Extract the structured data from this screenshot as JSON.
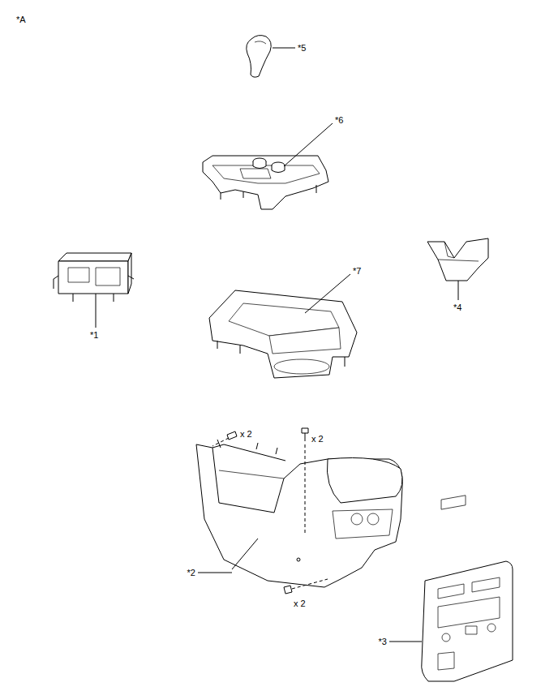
{
  "diagram": {
    "labels": [
      "*A",
      "*5",
      "*6",
      "*7",
      "*4",
      "*1",
      "x 2",
      "x 2",
      "*2",
      "x 2",
      "*3"
    ]
  }
}
